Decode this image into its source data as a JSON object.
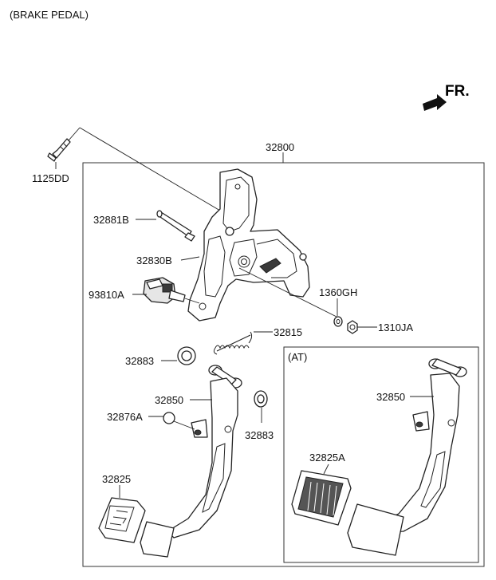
{
  "title": "(BRAKE PEDAL)",
  "direction": {
    "label": "FR.",
    "icon": "front-direction-arrow-icon"
  },
  "inset": {
    "label": "(AT)"
  },
  "parts": {
    "p1125DD": "1125DD",
    "p32800": "32800",
    "p32881B": "32881B",
    "p32830B": "32830B",
    "p93810A": "93810A",
    "p1360GH": "1360GH",
    "p1310JA": "1310JA",
    "p32815": "32815",
    "p32883a": "32883",
    "p32850": "32850",
    "p32876A": "32876A",
    "p32883b": "32883",
    "p32825": "32825",
    "p32850at": "32850",
    "p32825A": "32825A"
  }
}
